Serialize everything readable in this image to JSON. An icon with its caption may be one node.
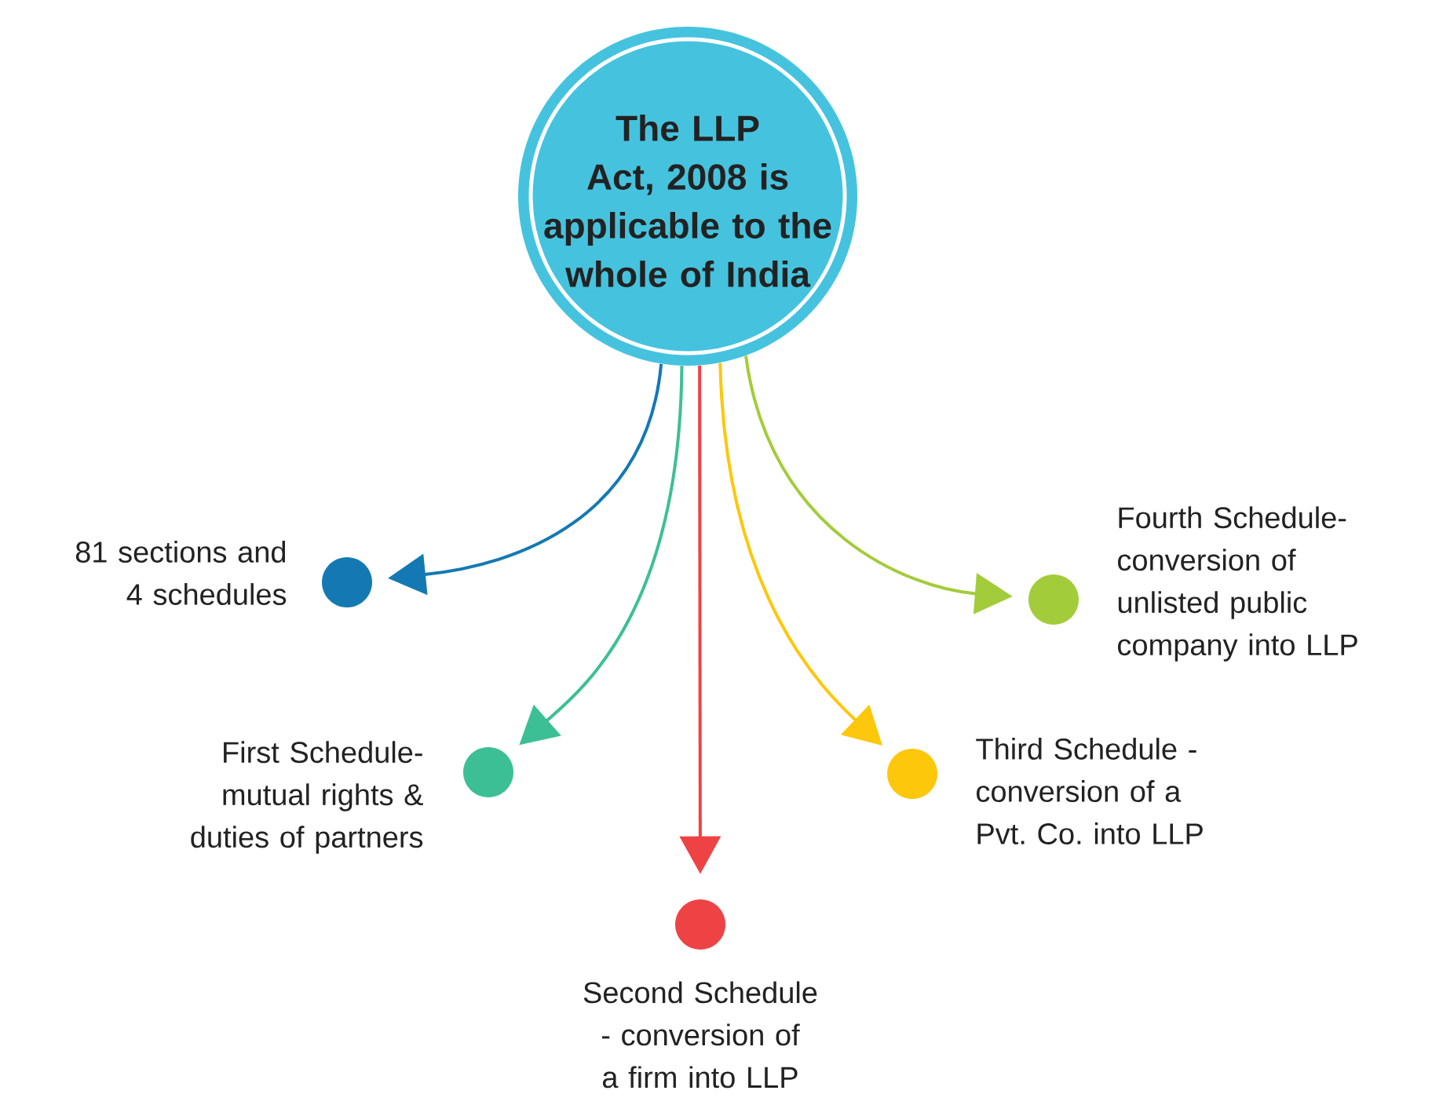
{
  "diagram": {
    "nodes": [
      {
        "text": [
          "The LLP Act, 2008 is applicable to the whole of India"
        ]
      },
      {
        "text": [],
        "shape": "circle",
        "beside": [
          "81 sections and 4 schedules"
        ]
      },
      {
        "text": [],
        "shape": "circle",
        "beside": [
          "Fourth Schedule- conversion of unlisted public company into LLP"
        ]
      },
      {
        "text": [],
        "shape": "circle",
        "beside": [
          "First Schedule- mutual rights & duties of partners"
        ]
      },
      {
        "text": [],
        "shape": "circle",
        "beside": [
          "Third Schedule - conversion of a Pvt. Co. into LLP"
        ]
      },
      {
        "text": [],
        "shape": "circle",
        "beside": [
          "Second Schedule - conversion of a firm into LLP"
        ]
      }
    ],
    "edges": [
      {
        "from": 0,
        "to": 1,
        "arrow": "to",
        "color": "#1479b3"
      },
      {
        "from": 0,
        "to": 3,
        "arrow": "to",
        "color": "#3dbf95"
      },
      {
        "from": 0,
        "to": 5,
        "arrow": "to",
        "color": "#ee4345"
      },
      {
        "from": 0,
        "to": 4,
        "arrow": "to",
        "color": "#fdc70b"
      },
      {
        "from": 0,
        "to": 2,
        "arrow": "to",
        "color": "#a3cc3a"
      }
    ]
  }
}
